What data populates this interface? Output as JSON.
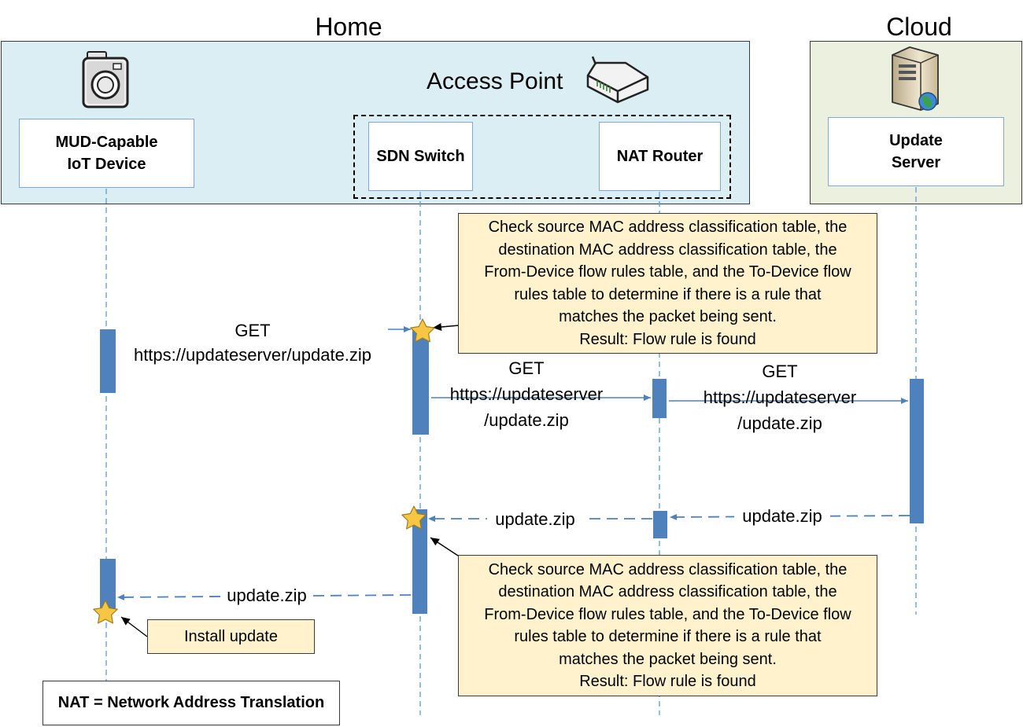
{
  "regions": {
    "home": "Home",
    "cloud": "Cloud",
    "access_point": "Access Point"
  },
  "entities": {
    "iot_device": "MUD-Capable\nIoT Device",
    "sdn_switch": "SDN Switch",
    "nat_router": "NAT Router",
    "update_server": "Update\nServer"
  },
  "icons": {
    "iot_device": "camera-icon",
    "access_point": "router-icon",
    "update_server": "server-icon"
  },
  "messages": {
    "get_device_to_switch": "GET\nhttps://updateserver/update.zip",
    "get_switch_to_router": "GET\nhttps://updateserver\n/update.zip",
    "get_router_to_server": "GET\nhttps://updateserver\n/update.zip",
    "zip_server_to_router": "update.zip",
    "zip_router_to_switch": "update.zip",
    "zip_switch_to_device": "update.zip"
  },
  "notes": {
    "check_outbound": "Check source MAC address classification table, the\ndestination MAC address classification table, the\nFrom-Device flow rules table, and the To-Device flow\nrules table to determine if there is a rule that\nmatches the packet being sent.\nResult: Flow rule is found",
    "check_inbound": "Check source MAC address classification table, the\ndestination MAC address classification table, the\nFrom-Device flow rules table, and the To-Device flow\nrules table to determine if there is a rule that\nmatches the packet being sent.\nResult: Flow rule is found",
    "install": "Install update"
  },
  "legend": "NAT = Network Address Translation",
  "colors": {
    "home_bg": "#dbeef4",
    "cloud_bg": "#ebf1de",
    "lifeline": "#5b9bd5",
    "activation": "#4f81bd",
    "note_bg": "#fff2cc",
    "star": "#f7c744"
  }
}
